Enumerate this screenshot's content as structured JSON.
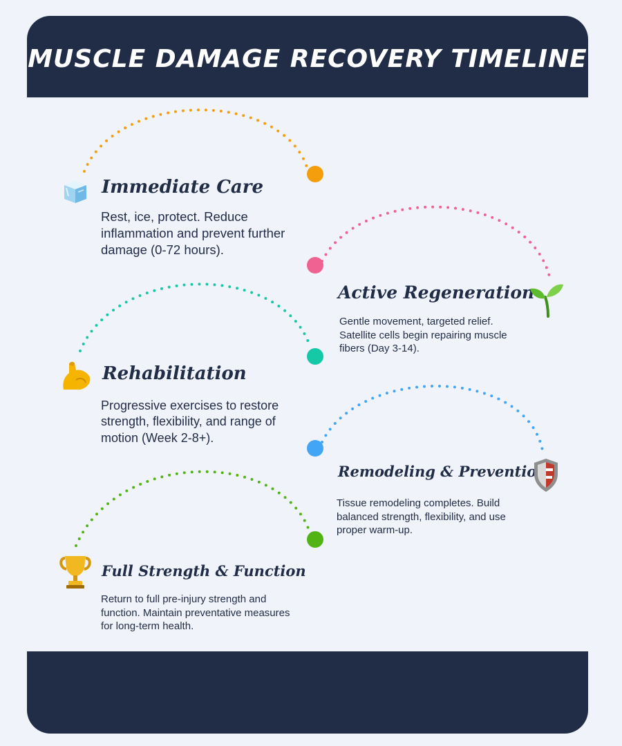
{
  "title": "MUSCLE DAMAGE RECOVERY TIMELINE",
  "stages": [
    {
      "heading": "Immediate Care",
      "description": "Rest, ice, protect. Reduce inflammation and prevent further damage (0-72 hours).",
      "icon": "ice-cube-icon",
      "color": "#f59e0b"
    },
    {
      "heading": "Active Regeneration",
      "description": "Gentle movement, targeted relief. Satellite cells begin repairing muscle fibers (Day 3-14).",
      "icon": "seedling-icon",
      "color": "#f06292"
    },
    {
      "heading": "Rehabilitation",
      "description": "Progressive exercises to restore strength, flexibility, and range of motion (Week 2-8+).",
      "icon": "flexed-biceps-icon",
      "color": "#16c9a6"
    },
    {
      "heading": "Remodeling & Prevention",
      "description": "Tissue remodeling completes. Build balanced strength, flexibility, and use proper warm-up.",
      "icon": "shield-icon",
      "color": "#42a5f5"
    },
    {
      "heading": "Full Strength & Function",
      "description": "Return to full pre-injury strength and function. Maintain preventative measures for long-term health.",
      "icon": "trophy-icon",
      "color": "#52b414"
    }
  ],
  "colors": {
    "header_bg": "#212c47",
    "page_bg": "#f0f4fa",
    "text": "#212c47"
  }
}
